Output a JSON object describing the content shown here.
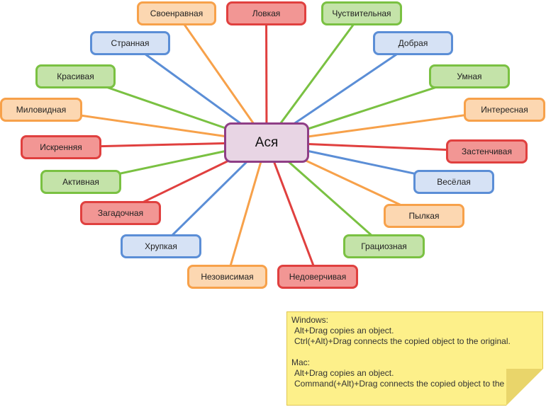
{
  "center": {
    "label": "Ася"
  },
  "colors": {
    "green": "#7ac142",
    "blue": "#5b8ed6",
    "orange": "#f7a14a",
    "red": "#e0403f",
    "center_border": "#8f3e86",
    "center_fill": "#e8d5e4",
    "note_fill": "#fdf08a"
  },
  "nodes": [
    {
      "label": "Своенравная",
      "color": "orange"
    },
    {
      "label": "Ловкая",
      "color": "red"
    },
    {
      "label": "Чуствительная",
      "color": "green"
    },
    {
      "label": "Странная",
      "color": "blue"
    },
    {
      "label": "Добрая",
      "color": "blue"
    },
    {
      "label": "Красивая",
      "color": "green"
    },
    {
      "label": "Умная",
      "color": "green"
    },
    {
      "label": "Миловидная",
      "color": "orange"
    },
    {
      "label": "Интересная",
      "color": "orange"
    },
    {
      "label": "Искренняя",
      "color": "red"
    },
    {
      "label": "Застенчивая",
      "color": "red"
    },
    {
      "label": "Активная",
      "color": "green"
    },
    {
      "label": "Весёлая",
      "color": "blue"
    },
    {
      "label": "Загадочная",
      "color": "red"
    },
    {
      "label": "Пылкая",
      "color": "orange"
    },
    {
      "label": "Хрупкая",
      "color": "blue"
    },
    {
      "label": "Грациозная",
      "color": "green"
    },
    {
      "label": "Незовисимая",
      "color": "orange"
    },
    {
      "label": "Недоверчивая",
      "color": "red"
    }
  ],
  "note": {
    "windows_title": "Windows:",
    "windows_line1": "Alt+Drag copies an object.",
    "windows_line2": "Ctrl(+Alt)+Drag connects the copied object to the original.",
    "mac_title": "Mac:",
    "mac_line1": "Alt+Drag copies an object.",
    "mac_line2": "Command(+Alt)+Drag connects the copied object to the original."
  }
}
